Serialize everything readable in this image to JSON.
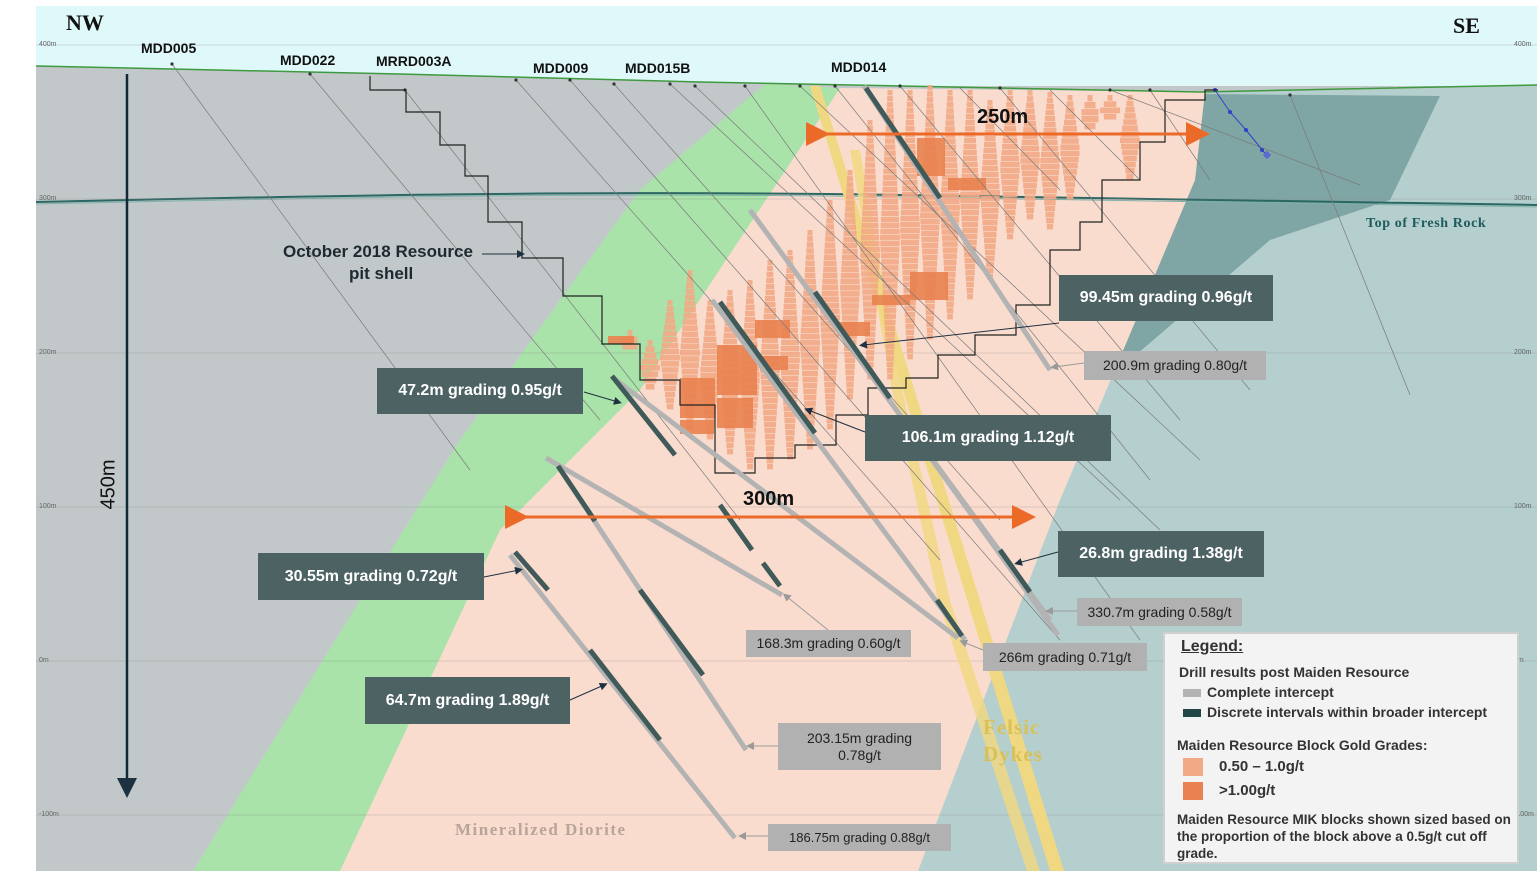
{
  "orientation": {
    "left": "NW",
    "right": "SE"
  },
  "scale": {
    "vertical_bar": "450m"
  },
  "elevations": [
    "400m",
    "300m",
    "200m",
    "100m",
    "0m",
    "-100m"
  ],
  "drillholes": [
    "MDD005",
    "MDD022",
    "MRRD003A",
    "MDD009",
    "MDD015B",
    "MDD014"
  ],
  "dimensions": {
    "upper": "250m",
    "lower": "300m"
  },
  "geology": {
    "fresh_rock": "Top of Fresh Rock",
    "dykes_line1": "Felsic",
    "dykes_line2": "Dykes",
    "diorite": "Mineralized Diorite"
  },
  "pit_shell": {
    "line1": "October 2018 Resource",
    "line2": "pit shell"
  },
  "callouts_dark": [
    "99.45m grading 0.96g/t",
    "47.2m grading 0.95g/t",
    "106.1m grading 1.12g/t",
    "26.8m grading 1.38g/t",
    "30.55m grading 0.72g/t",
    "64.7m grading 1.89g/t"
  ],
  "callouts_grey": [
    "200.9m grading 0.80g/t",
    "330.7m grading 0.58g/t",
    "168.3m grading 0.60g/t",
    "266m grading 0.71g/t",
    "203.15m grading",
    "0.78g/t",
    "186.75m grading 0.88g/t"
  ],
  "legend": {
    "title": "Legend:",
    "drill_heading": "Drill results post Maiden Resource",
    "complete": "Complete intercept",
    "discrete": "Discrete intervals within broader intercept",
    "grade_heading": "Maiden Resource Block Gold Grades:",
    "grade_low": "0.50 – 1.0g/t",
    "grade_high": ">1.00g/t",
    "note": "Maiden Resource MIK blocks shown sized based on the proportion of the block above a 0.5g/t cut off grade."
  },
  "colors": {
    "sky": "#dff8fa",
    "host_rock": "#c2c8ca",
    "fresh_rock_ore": "#b4cfcd",
    "teal_band": "#7fa6a4",
    "green_zone": "#a9e3a9",
    "mineralized": "#fadccf",
    "block_low": "#f2a985",
    "block_high": "#e9824f",
    "dyke": "#f0d882",
    "callout_dark": "#4d6263",
    "callout_grey": "#b1b1b1",
    "intercept_complete": "#b3b3b3",
    "intercept_discrete": "#3f5a58",
    "dimension_arrow": "#ec6a28"
  }
}
